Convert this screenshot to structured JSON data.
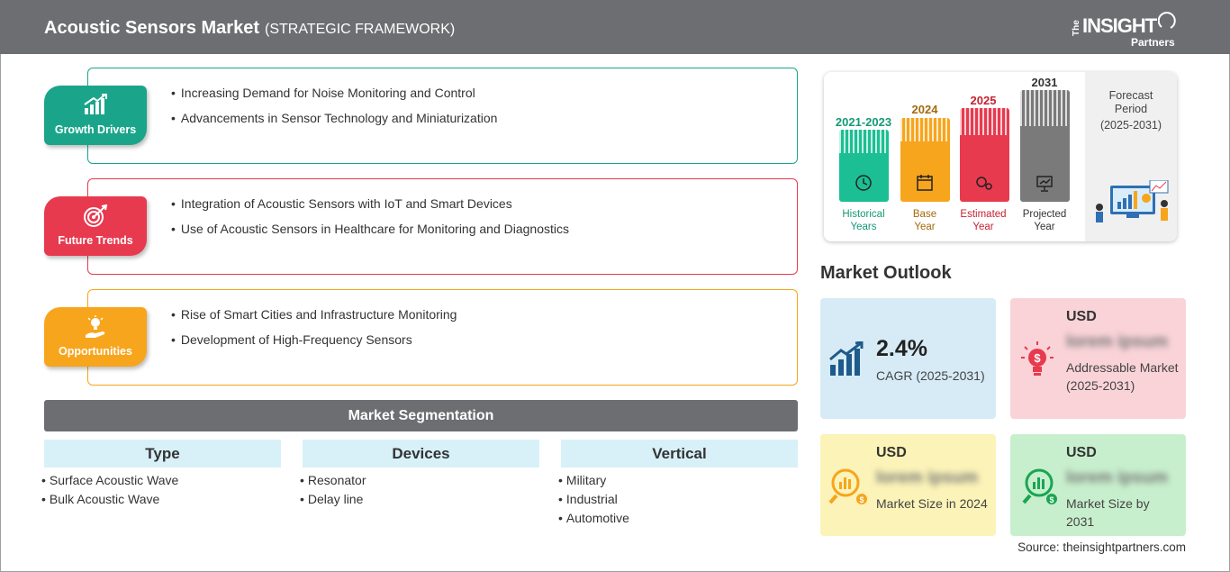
{
  "header": {
    "title": "Acoustic Sensors Market",
    "subtitle": "(STRATEGIC FRAMEWORK)",
    "logo": {
      "the": "The",
      "brand": "INSIGHT",
      "partners": "Partners"
    }
  },
  "framework": {
    "growth_drivers": {
      "label": "Growth Drivers",
      "color": "#1aa58a",
      "items": [
        "Increasing Demand for Noise Monitoring and Control",
        "Advancements in Sensor Technology and Miniaturization"
      ]
    },
    "future_trends": {
      "label": "Future Trends",
      "color": "#e83a4f",
      "items": [
        "Integration of Acoustic Sensors with IoT and Smart Devices",
        "Use of Acoustic Sensors in Healthcare for Monitoring and Diagnostics"
      ]
    },
    "opportunities": {
      "label": "Opportunities",
      "color": "#f7a51c",
      "items": [
        "Rise of Smart Cities and Infrastructure Monitoring",
        "Development of High-Frequency Sensors"
      ]
    }
  },
  "segmentation": {
    "title": "Market Segmentation",
    "columns": [
      {
        "header": "Type",
        "items": [
          "Surface Acoustic Wave",
          "Bulk Acoustic Wave"
        ]
      },
      {
        "header": "Devices",
        "items": [
          "Resonator",
          "Delay line"
        ]
      },
      {
        "header": "Vertical",
        "items": [
          "Military",
          "Industrial",
          "Automotive"
        ]
      }
    ]
  },
  "timeline": {
    "bars": [
      {
        "year": "2021-2023",
        "label_line1": "Historical",
        "label_line2": "Years",
        "color": "#1bbf93",
        "year_color": "#149a76"
      },
      {
        "year": "2024",
        "label_line1": "Base",
        "label_line2": "Year",
        "color": "#f7a51c",
        "year_color": "#a36a0a"
      },
      {
        "year": "2025",
        "label_line1": "Estimated",
        "label_line2": "Year",
        "color": "#e83a4f",
        "year_color": "#c62234"
      },
      {
        "year": "2031",
        "label_line1": "Projected",
        "label_line2": "Year",
        "color": "#7a7a7a",
        "year_color": "#333333"
      }
    ],
    "forecast_label_line1": "Forecast",
    "forecast_label_line2": "Period",
    "forecast_range": "(2025-2031)"
  },
  "outlook": {
    "title": "Market Outlook",
    "cagr": {
      "value": "2.4%",
      "label": "CAGR (2025-2031)",
      "bg": "#d6ebf6"
    },
    "addressable": {
      "currency": "USD",
      "value": "lorem ipsum",
      "label": "Addressable Market (2025-2031)",
      "bg": "#f9d3d8"
    },
    "size_2024": {
      "currency": "USD",
      "value": "lorem ipsum",
      "label": "Market Size in 2024",
      "bg": "#fbf3b8"
    },
    "size_2031": {
      "currency": "USD",
      "value": "lorem ipsum",
      "label": "Market Size by 2031",
      "bg": "#c7efcd"
    }
  },
  "source": "Source: theinsightpartners.com"
}
